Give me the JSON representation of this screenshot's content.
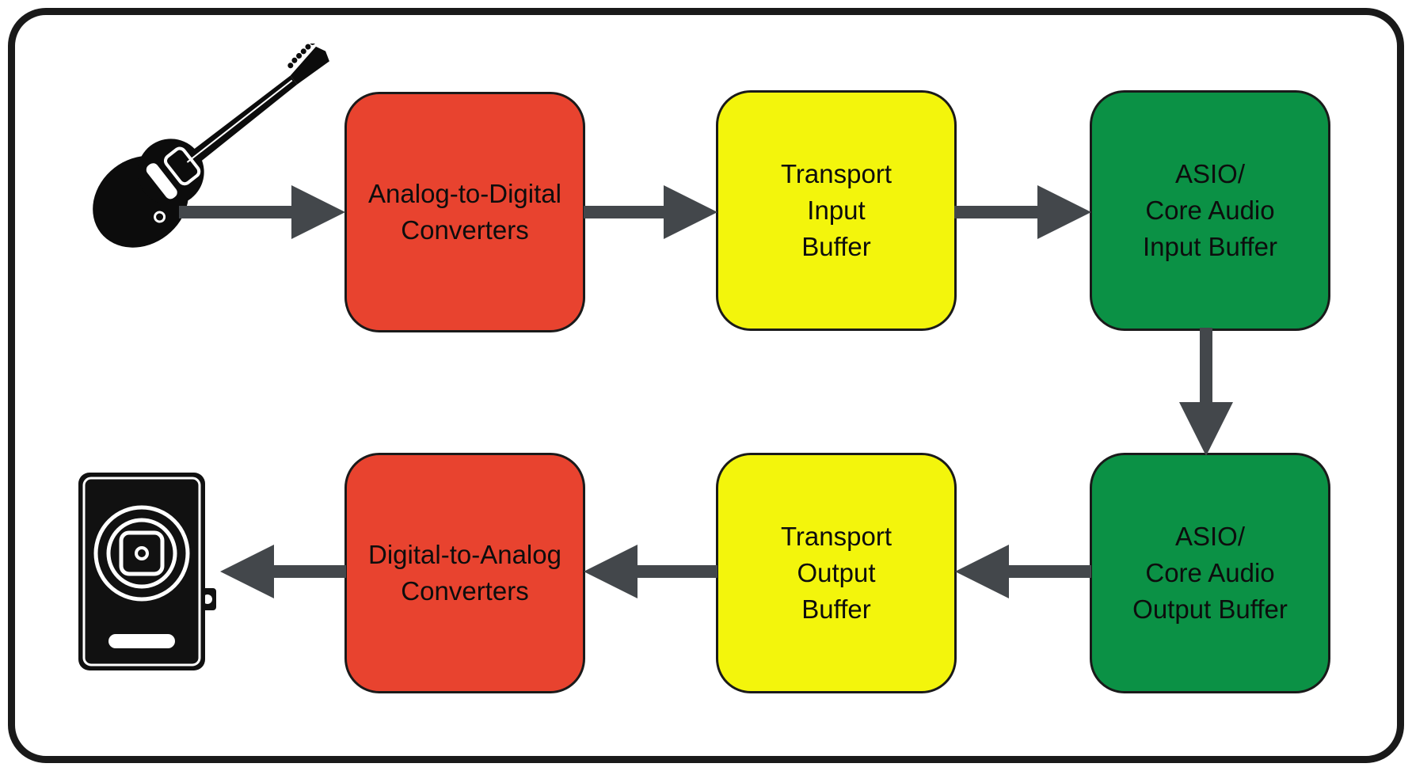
{
  "colors": {
    "red": "#E8432F",
    "yellow": "#F3F50C",
    "green": "#0B9145",
    "arrow": "#43474B",
    "outline": "#1A1A1A"
  },
  "nodes": {
    "adc": {
      "label": "Analog-to-Digital\nConverters"
    },
    "transport_in": {
      "label": "Transport\nInput\nBuffer"
    },
    "asio_in": {
      "label": "ASIO/\nCore Audio\nInput Buffer"
    },
    "asio_out": {
      "label": "ASIO/\nCore Audio\nOutput Buffer"
    },
    "transport_out": {
      "label": "Transport\nOutput\nBuffer"
    },
    "dac": {
      "label": "Digital-to-Analog\nConverters"
    }
  },
  "icons": {
    "guitar": "electric-guitar-icon",
    "speaker": "studio-monitor-speaker-icon"
  }
}
